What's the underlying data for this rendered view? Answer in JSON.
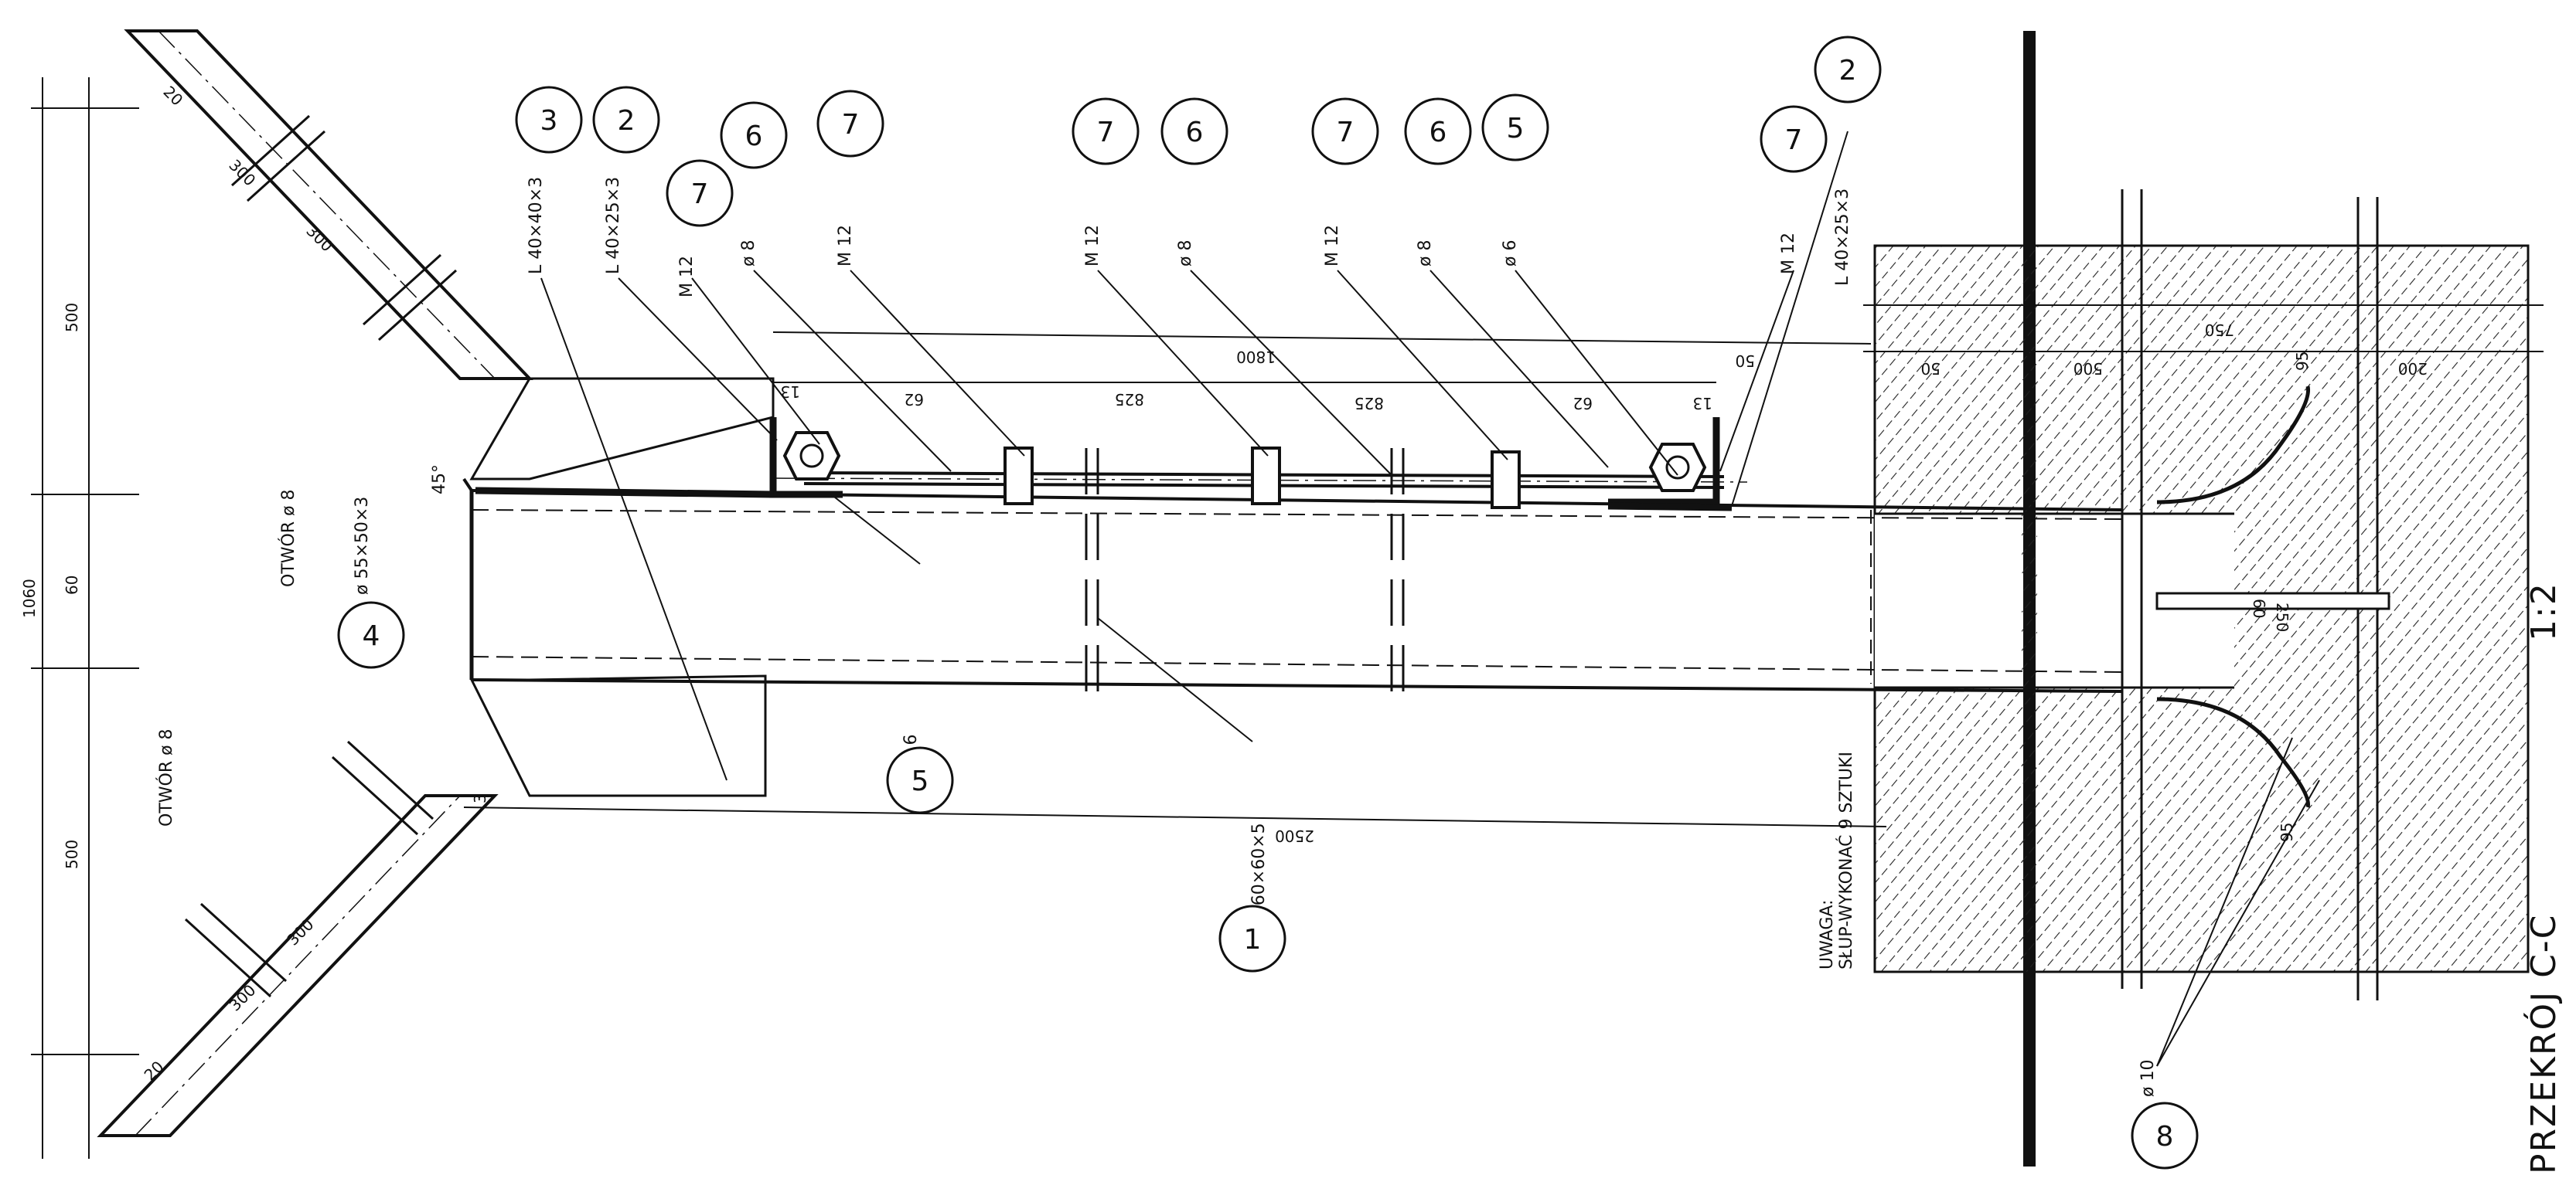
{
  "title": "PRZEKRÓJ C-C",
  "scale": "1:2",
  "note": {
    "heading": "UWAGA:",
    "text": "SŁUP-WYKONAĆ 9 SZTUKI"
  },
  "top_labels": [
    "L 40×40×3",
    "L 40×25×3",
    "M 12",
    "ø 8",
    "M 12",
    "M 12",
    "ø 8",
    "M 12",
    "ø 8",
    "ø 6",
    "M 12",
    "L 40×25×3"
  ],
  "labels": {
    "hole_left_top": "OTWÓR ø 8",
    "hole_left_bottom": "OTWÓR ø 8",
    "pipe_small": "ø 55×50×3",
    "main_tube": "□ 60×60×5",
    "rod_bottom": "ø 6",
    "rebar": "ø 10",
    "angle": "45°"
  },
  "dimensions": {
    "overall_1060": "1060",
    "left_500_top": "500",
    "left_60": "60",
    "left_500_bottom": "500",
    "arm_top_20": "20",
    "arm_top_300a": "300",
    "arm_top_300b": "300",
    "arm_bot_300a": "300",
    "arm_bot_300b": "300",
    "arm_bot_20": "20",
    "len_1800": "1800",
    "len_2500": "2500",
    "seg_13a": "13",
    "seg_62a": "62",
    "seg_825a": "825",
    "seg_825b": "825",
    "seg_62b": "62",
    "seg_13b": "13",
    "seg_50": "50",
    "base_750": "750",
    "base_50": "50",
    "base_500": "500",
    "base_95a": "95",
    "base_200": "200",
    "base_60": "60",
    "base_250": "250",
    "base_95b": "95",
    "small_3": "3"
  },
  "callouts": {
    "c1": "1",
    "c2a": "2",
    "c2b": "2",
    "c3": "3",
    "c4": "4",
    "c5": "5",
    "c5b": "5",
    "c6a": "6",
    "c6b": "6",
    "c6c": "6",
    "c7a": "7",
    "c7b": "7",
    "c7c": "7",
    "c7d": "7",
    "c7e": "7",
    "c8": "8"
  }
}
